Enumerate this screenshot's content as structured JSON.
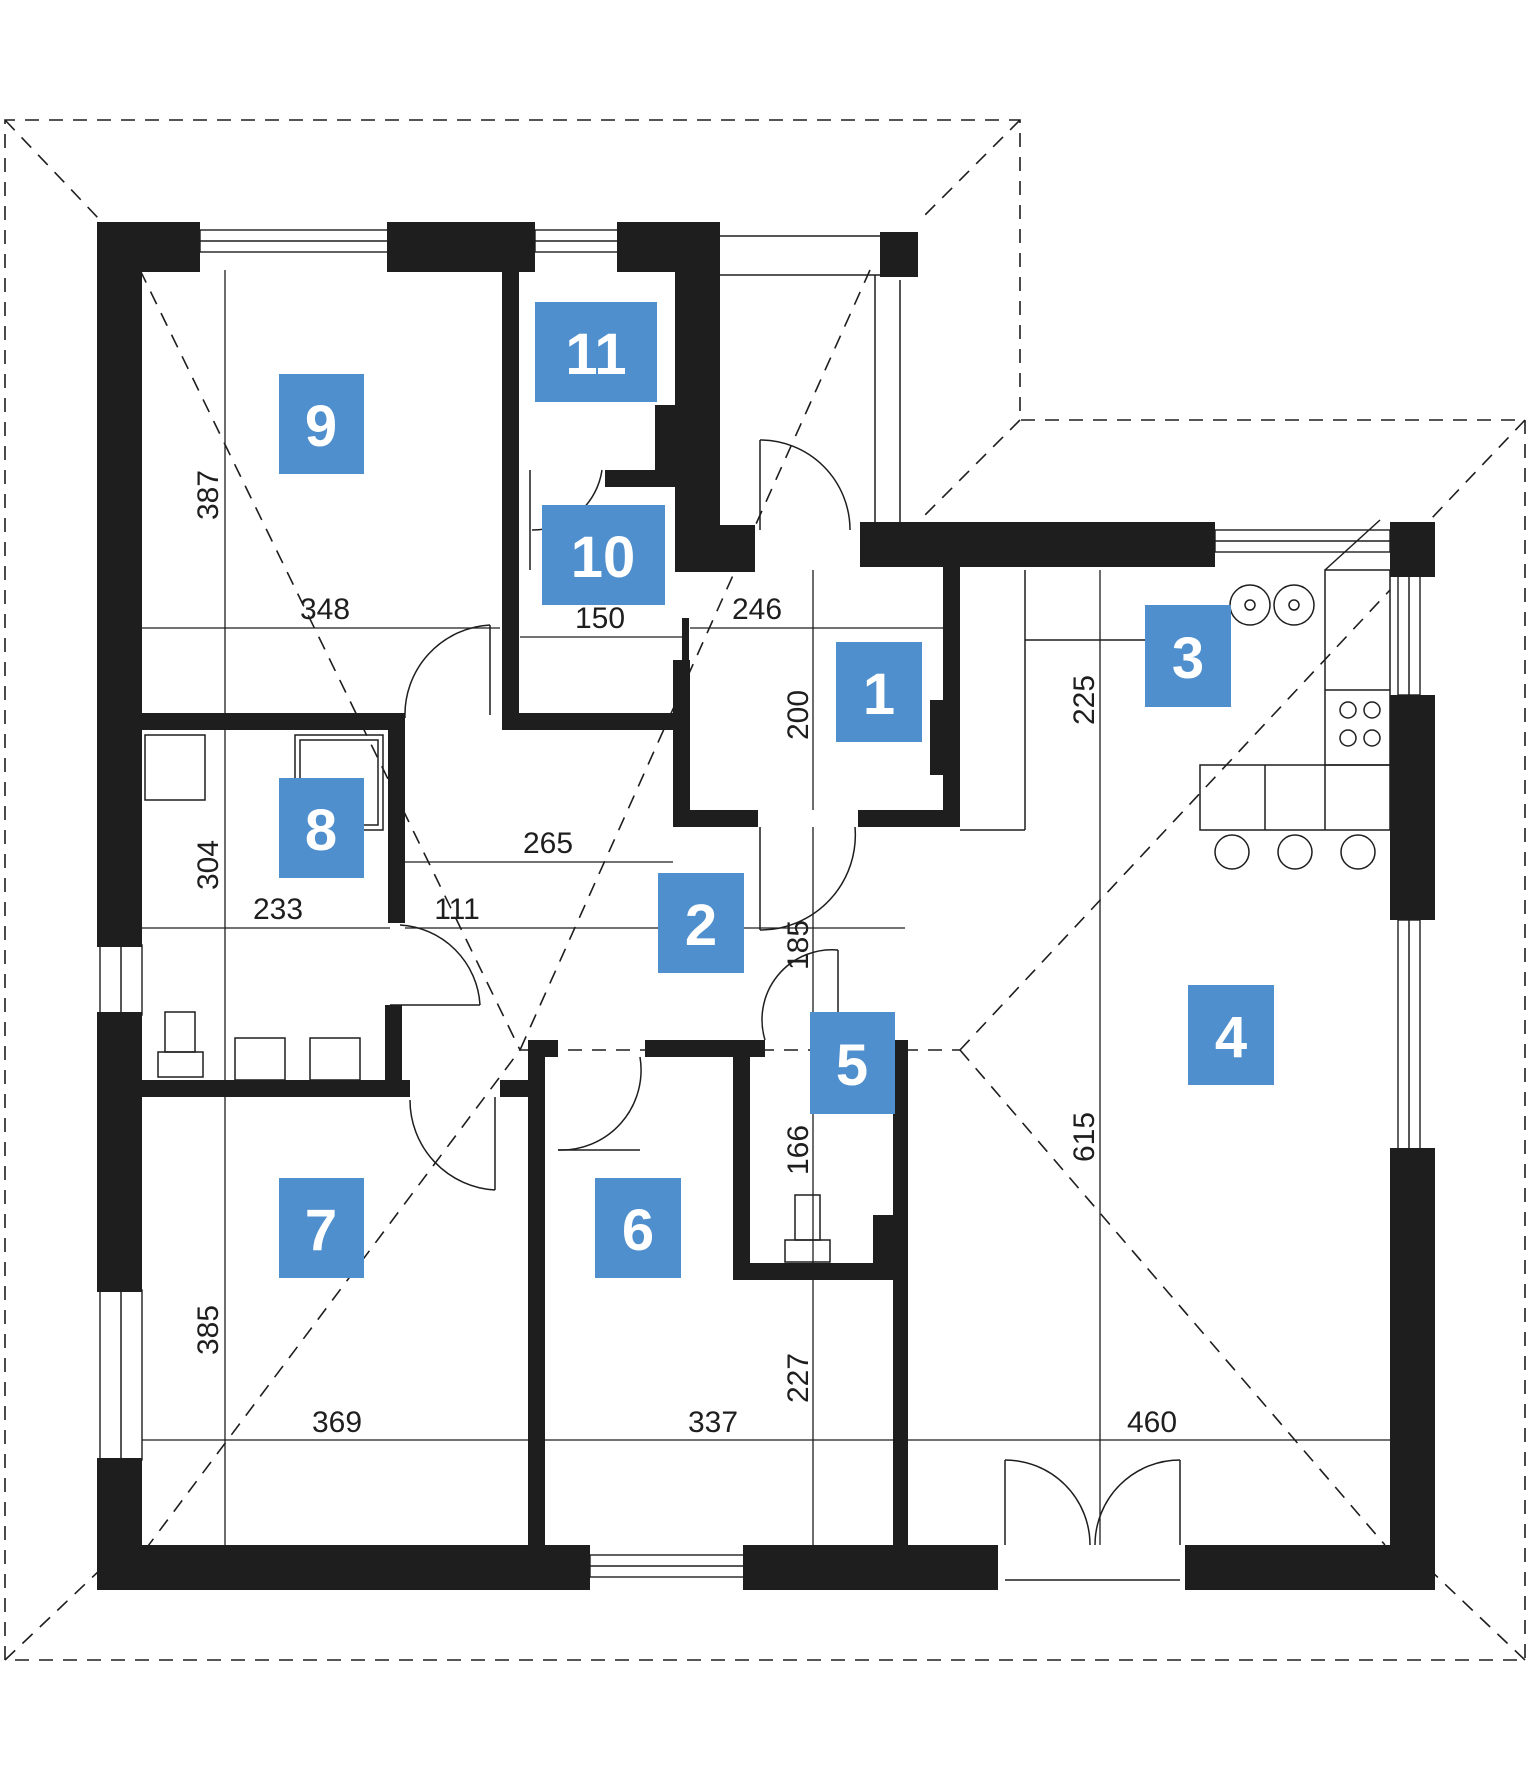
{
  "rooms": [
    "1",
    "2",
    "3",
    "4",
    "5",
    "6",
    "7",
    "8",
    "9",
    "10",
    "11"
  ],
  "dimensions": {
    "room9_height": "387",
    "room9_width": "348",
    "room10_width": "150",
    "room1_width": "246",
    "room1_height": "200",
    "room3_height": "225",
    "hall_width": "265",
    "room8_height": "304",
    "room8_width": "233",
    "hall_small": "111",
    "hall_height": "185",
    "room5_height": "166",
    "room4_height": "615",
    "room7_height": "385",
    "room7_width": "369",
    "room6_width": "337",
    "room6_height": "227",
    "room4_width": "460"
  }
}
